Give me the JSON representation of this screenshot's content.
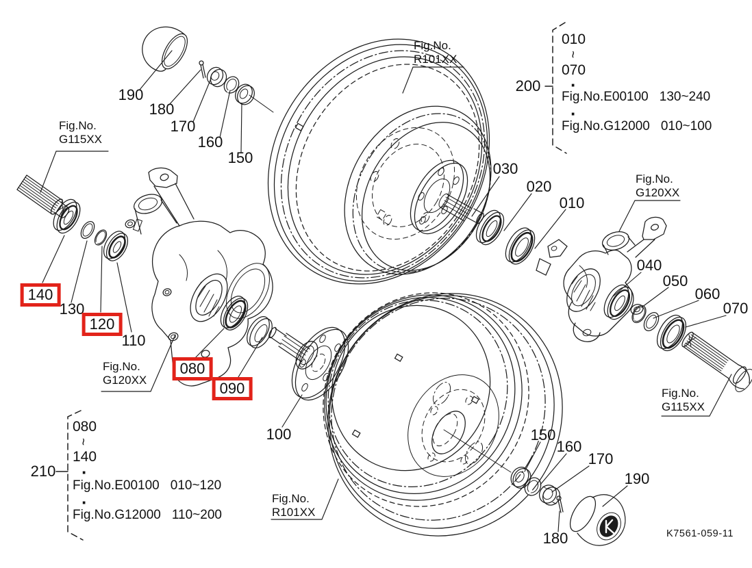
{
  "drawing": {
    "code": "K7561-059-11",
    "highlight_color": "#e2231a",
    "line_color": "#1d1d1d",
    "hub_cap_emblem": "K"
  },
  "callouts": {
    "cap_top": "190",
    "cotter_pin_top": "180",
    "nut_top": "170",
    "lock_washer_top": "160",
    "washer_top": "150",
    "hub_shaft_030": "030",
    "bearing_020": "020",
    "seal_010": "010",
    "bearing_040": "040",
    "snap_ring_050": "050",
    "collar_060": "060",
    "seal_070": "070",
    "bearing_140": "140",
    "collar_130": "130",
    "snap_ring_120": "120",
    "bearing_110": "110",
    "seal_080": "080",
    "washer_090": "090",
    "hub_100": "100",
    "washer_bottom": "150",
    "lock_washer_bottom": "160",
    "nut_bottom": "170",
    "cotter_pin_bottom": "180",
    "cap_bottom": "190"
  },
  "highlighted_callouts": [
    "140",
    "120",
    "080",
    "090"
  ],
  "fig_refs": {
    "g115_left": {
      "prefix": "Fig.No.",
      "code": "G115XX"
    },
    "r101_top": {
      "prefix": "Fig.No.",
      "code": "R101XX"
    },
    "g120_left": {
      "prefix": "Fig.No.",
      "code": "G120XX"
    },
    "g120_right": {
      "prefix": "Fig.No.",
      "code": "G120XX"
    },
    "g115_right": {
      "prefix": "Fig.No.",
      "code": "G115XX"
    },
    "r101_bottom": {
      "prefix": "Fig.No.",
      "code": "R101XX"
    }
  },
  "groups": {
    "g200": {
      "label": "200",
      "range_start": "010",
      "range_tilde": "~",
      "range_end": "070",
      "separator_dot": "·",
      "refs": [
        {
          "fig": "Fig.No.E00100",
          "range": "130~240"
        },
        {
          "fig": "Fig.No.G12000",
          "range": "010~100"
        }
      ]
    },
    "g210": {
      "label": "210",
      "range_start": "080",
      "range_tilde": "~",
      "range_end": "140",
      "separator_dot": "·",
      "refs": [
        {
          "fig": "Fig.No.E00100",
          "range": "010~120"
        },
        {
          "fig": "Fig.No.G12000",
          "range": "110~200"
        }
      ]
    }
  }
}
